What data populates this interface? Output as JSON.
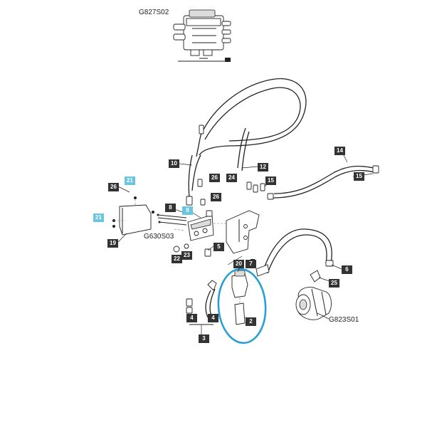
{
  "diagram": {
    "ref_codes": {
      "top_valve": "G827S02",
      "valve_block": "G630S03",
      "pump": "G823S01"
    },
    "parts": [
      {
        "id": "p2",
        "label": "2"
      },
      {
        "id": "p3",
        "label": "3"
      },
      {
        "id": "p4a",
        "label": "4"
      },
      {
        "id": "p4b",
        "label": "4"
      },
      {
        "id": "p5",
        "label": "5"
      },
      {
        "id": "p6",
        "label": "6"
      },
      {
        "id": "p7",
        "label": "7"
      },
      {
        "id": "p8",
        "label": "8"
      },
      {
        "id": "p9",
        "label": "9",
        "highlighted": true
      },
      {
        "id": "p10",
        "label": "10"
      },
      {
        "id": "p12",
        "label": "12"
      },
      {
        "id": "p14",
        "label": "14"
      },
      {
        "id": "p15a",
        "label": "15"
      },
      {
        "id": "p15b",
        "label": "15"
      },
      {
        "id": "p19",
        "label": "19"
      },
      {
        "id": "p20",
        "label": "20"
      },
      {
        "id": "p21a",
        "label": "21",
        "highlighted": true
      },
      {
        "id": "p21b",
        "label": "21",
        "highlighted": true
      },
      {
        "id": "p22",
        "label": "22"
      },
      {
        "id": "p23",
        "label": "23"
      },
      {
        "id": "p24",
        "label": "24"
      },
      {
        "id": "p25",
        "label": "25"
      },
      {
        "id": "p26a",
        "label": "26"
      },
      {
        "id": "p26b",
        "label": "26"
      },
      {
        "id": "p26c",
        "label": "26"
      }
    ],
    "colors": {
      "label_box": "#333333",
      "label_box_highlight": "#6cc5df",
      "focus_ellipse": "#2a9fd6",
      "line": "#222222"
    },
    "icons": {
      "focus_marker": "ellipse-highlight"
    }
  }
}
